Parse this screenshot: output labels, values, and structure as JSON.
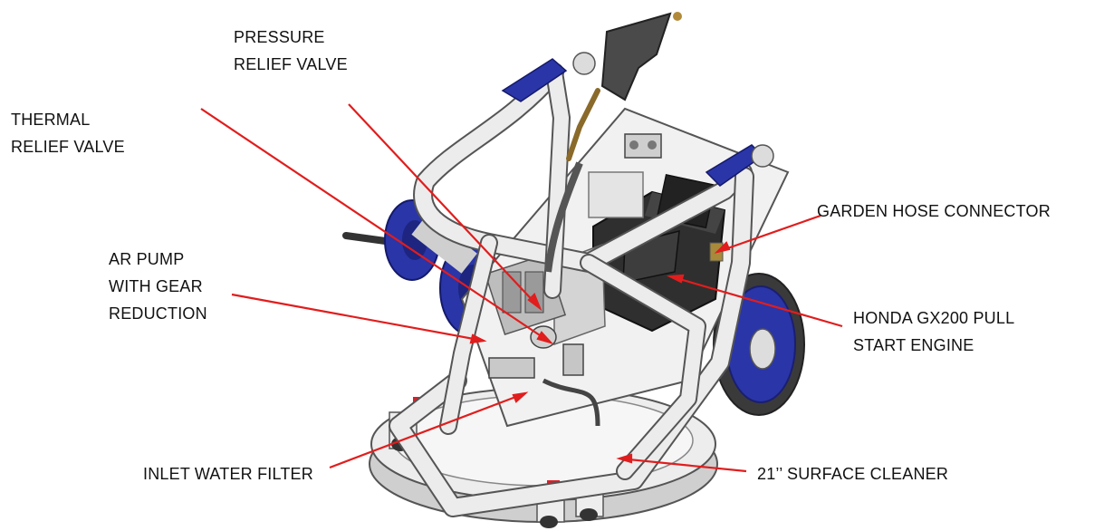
{
  "colors": {
    "leader_line": "#e11d1d",
    "frame": "#e9e9e9",
    "frame_outline": "#555555",
    "accent_blue": "#2a35a8",
    "engine_dark": "#2a2a2a",
    "wheel_tire": "#333333",
    "safety_red": "#d9202a",
    "grip": "#4a4a4a"
  },
  "icons": {
    "pressure_washer": "surface-cleaner-pressure-washer-illustration"
  },
  "callouts": {
    "pressure_relief_valve": {
      "line1": "PRESSURE",
      "line2": "RELIEF VALVE"
    },
    "thermal_relief_valve": {
      "line1": "THERMAL",
      "line2": "RELIEF VALVE"
    },
    "ar_pump": {
      "line1": "AR PUMP",
      "line2": "WITH GEAR",
      "line3": "REDUCTION"
    },
    "inlet_water_filter": {
      "line1": "INLET WATER FILTER"
    },
    "garden_hose_connector": {
      "line1": "GARDEN HOSE CONNECTOR"
    },
    "honda_engine": {
      "line1": "HONDA GX200 PULL",
      "line2": "START ENGINE"
    },
    "surface_cleaner": {
      "line1": "21’’ SURFACE CLEANER"
    }
  }
}
